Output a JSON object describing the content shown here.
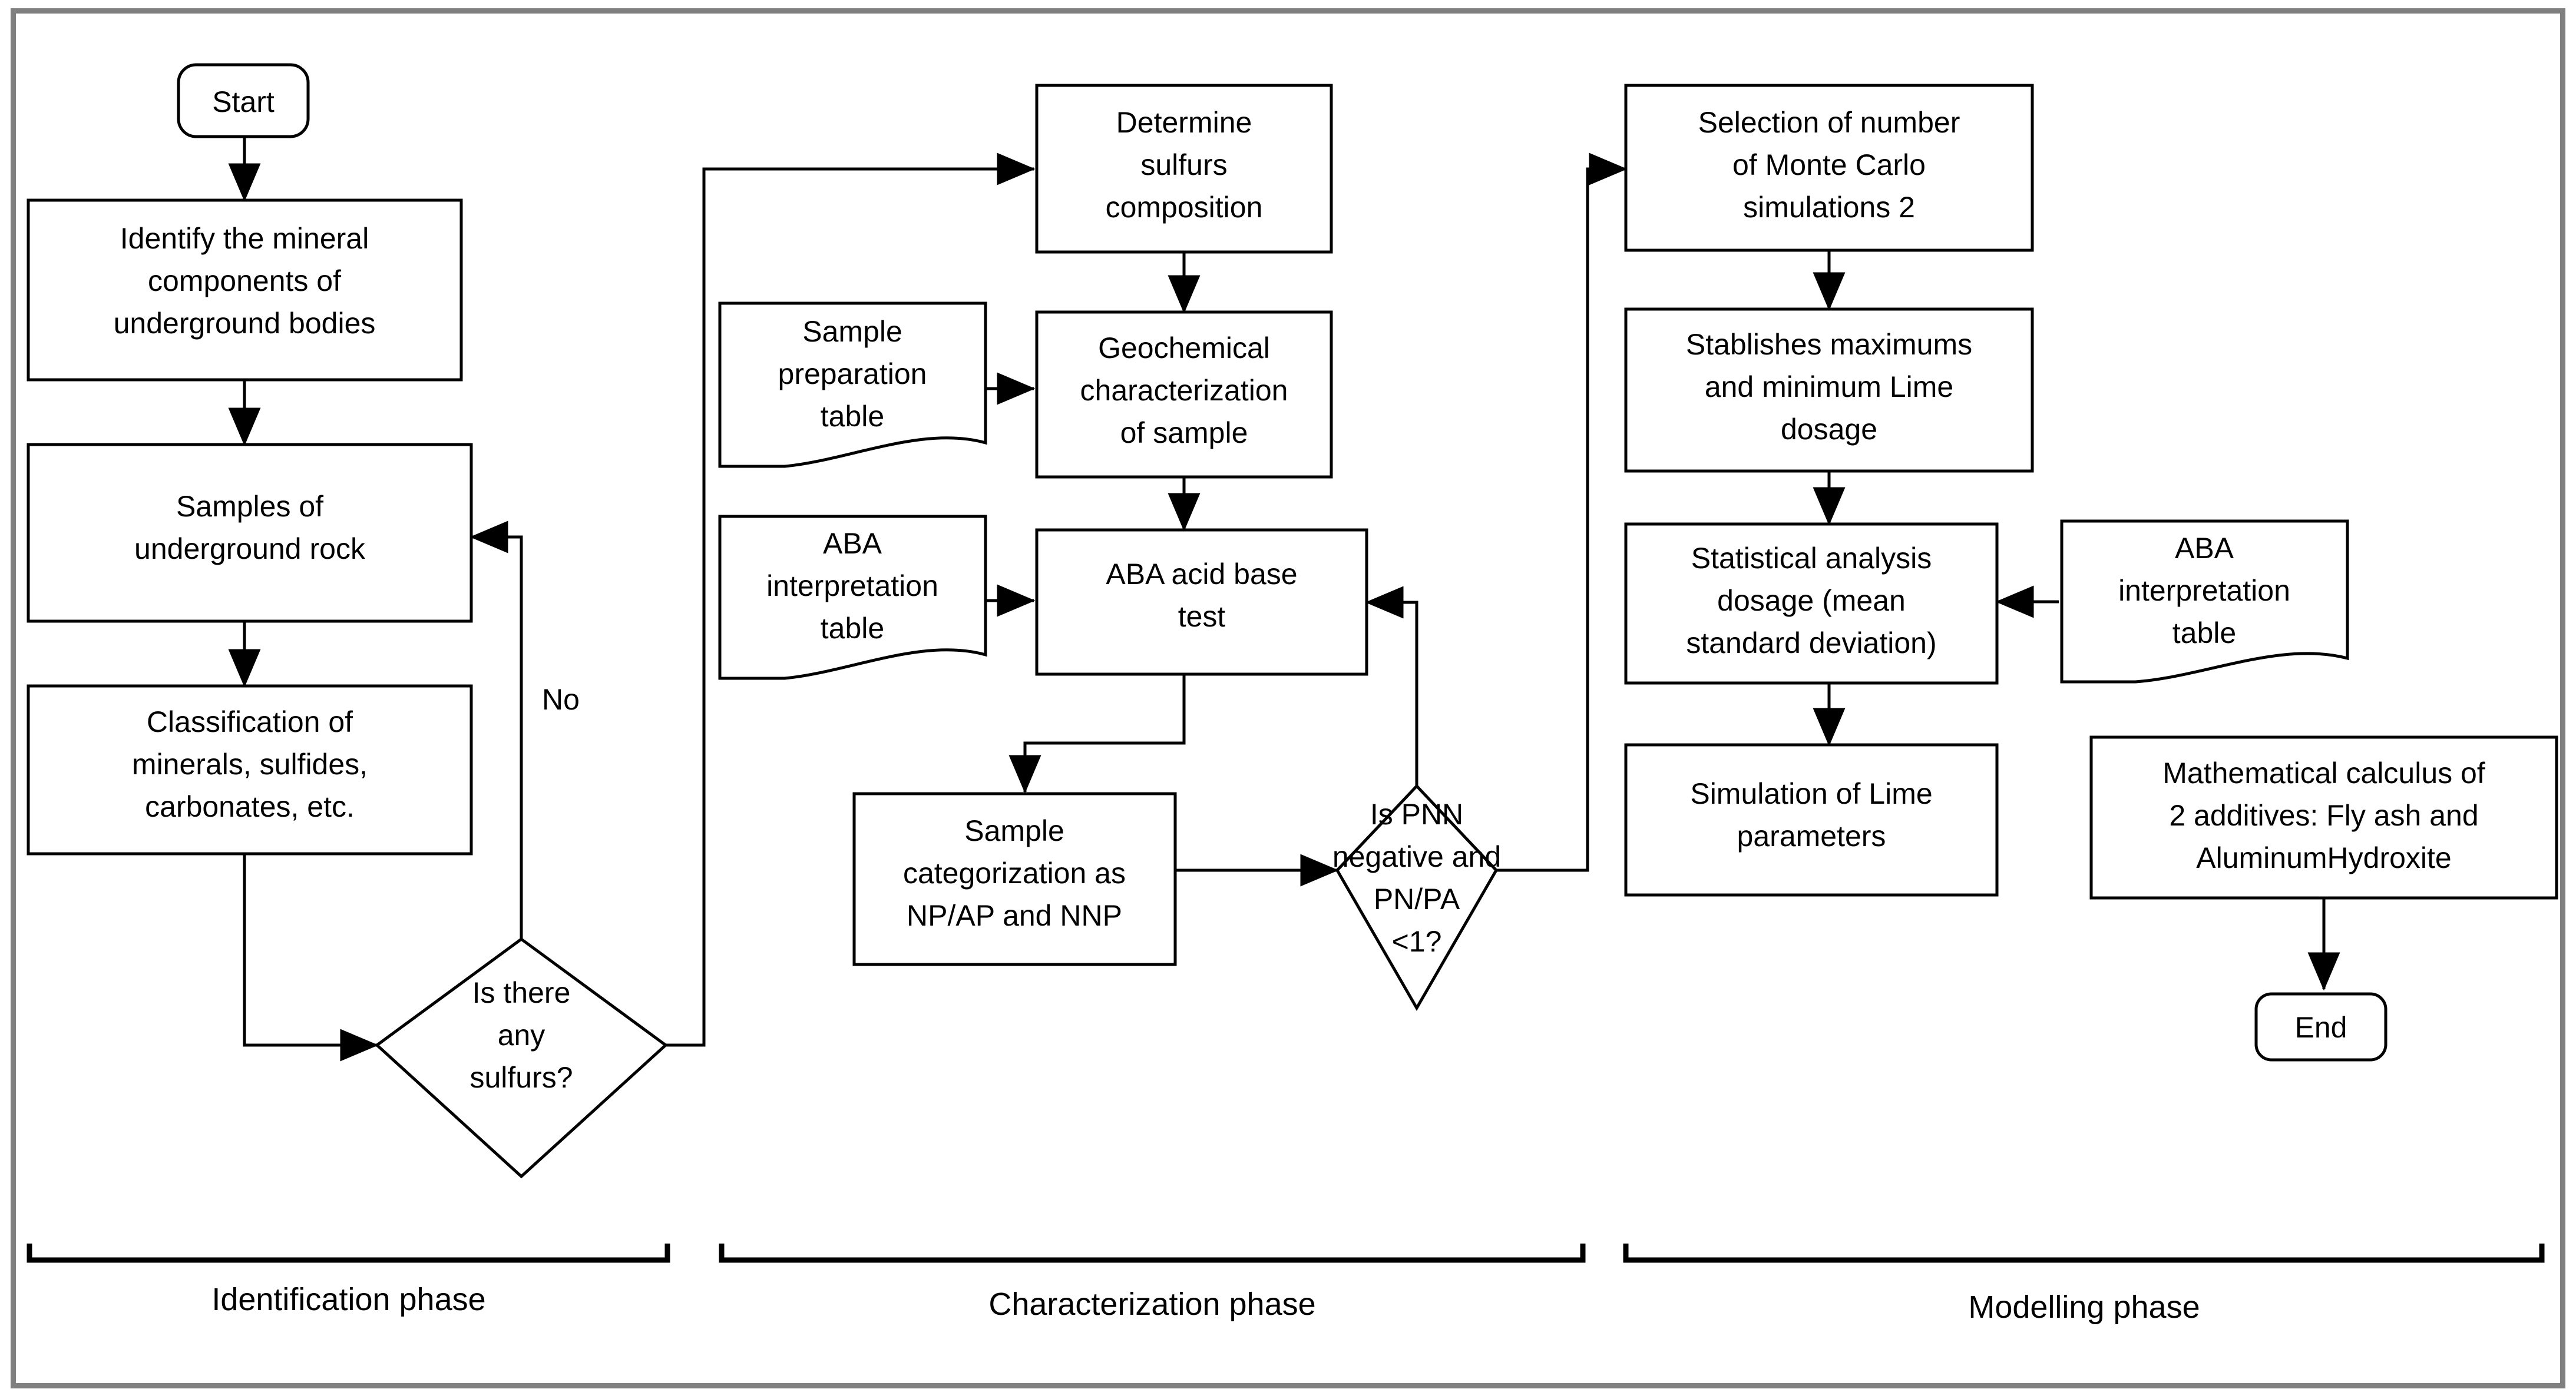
{
  "diagram": {
    "title": "Acid mine drainage treatment methodology flowchart",
    "frame_color": "#808080",
    "line_color": "#000000",
    "fill_color": "#ffffff"
  },
  "nodes": {
    "start": "Start",
    "identify_minerals": "Identify the mineral components of underground bodies",
    "identify_minerals_lines": [
      "Identify the mineral",
      "components of",
      "underground bodies"
    ],
    "samples_rock": "Samples of underground rock",
    "samples_rock_lines": [
      "Samples of",
      "underground rock"
    ],
    "classification": "Classification of minerals, sulfides, carbonates, etc.",
    "classification_lines": [
      "Classification of",
      "minerals, sulfides,",
      "carbonates, etc."
    ],
    "is_sulfurs": "Is there any sulfurs?",
    "is_sulfurs_lines": [
      "Is there",
      "any",
      "sulfurs?"
    ],
    "determine_sulfurs": "Determine sulfurs composition",
    "determine_sulfurs_lines": [
      "Determine",
      "sulfurs",
      "composition"
    ],
    "sample_prep_table": "Sample preparation table",
    "sample_prep_table_lines": [
      "Sample",
      "preparation",
      "table"
    ],
    "geochemical": "Geochemical characterization of sample",
    "geochemical_lines": [
      "Geochemical",
      "characterization",
      "of sample"
    ],
    "aba_table_mid": "ABA interpretation table",
    "aba_table_mid_lines": [
      "ABA",
      "interpretation",
      "table"
    ],
    "aba_test": "ABA acid base test",
    "aba_test_lines": [
      "ABA acid base",
      "test"
    ],
    "sample_categorization": "Sample categorization as NP/AP and NNP",
    "sample_categorization_lines": [
      "Sample",
      "categorization as",
      "NP/AP and NNP"
    ],
    "is_pnn": "Is PNN negative and PN/PA <1?",
    "is_pnn_lines": [
      "Is PNN",
      "negative and",
      "PN/PA",
      "<1?"
    ],
    "monte_carlo": "Selection of number of Monte Carlo simulations 2",
    "monte_carlo_lines": [
      "Selection of number",
      "of Monte Carlo",
      "simulations 2"
    ],
    "lime_dosage": "Stablishes maximums and minimum Lime dosage",
    "lime_dosage_lines": [
      "Stablishes maximums",
      "and minimum Lime",
      "dosage"
    ],
    "statistical_analysis": "Statistical analysis dosage (mean standard deviation)",
    "statistical_analysis_lines": [
      "Statistical analysis",
      "dosage (mean",
      "standard deviation)"
    ],
    "simulation_lime": "Simulation of Lime parameters",
    "simulation_lime_lines": [
      "Simulation of Lime",
      "parameters"
    ],
    "aba_table_right": "ABA interpretation table",
    "aba_table_right_lines": [
      "ABA",
      "interpretation",
      "table"
    ],
    "math_calculus": "Mathematical calculus of 2 additives: Fly ash and AluminumHydroxite",
    "math_calculus_lines": [
      "Mathematical calculus of",
      "2 additives: Fly ash and",
      "AluminumHydroxite"
    ],
    "end": "End"
  },
  "edge_labels": {
    "no": "No"
  },
  "phases": [
    {
      "id": "identification",
      "label": "Identification phase"
    },
    {
      "id": "characterization",
      "label": "Characterization phase"
    },
    {
      "id": "modelling",
      "label": "Modelling phase"
    }
  ]
}
